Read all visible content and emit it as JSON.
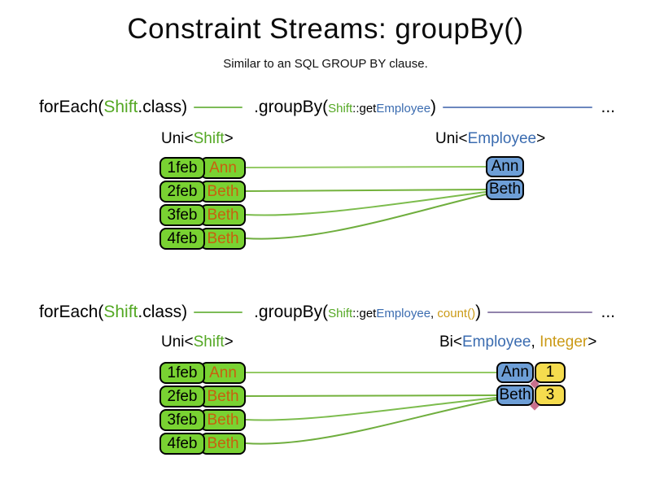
{
  "title": "Constraint Streams: groupBy()",
  "subtitle": "Similar to an SQL GROUP BY clause.",
  "colors": {
    "type_green": "#54A824",
    "type_blue": "#3B6CB0",
    "type_gold": "#CB9A17",
    "name_orange": "#C8600F",
    "box_green": "#79D232",
    "box_blue": "#6D9ED6",
    "box_yellow": "#F5DC4E",
    "line_green": "#7CB84A",
    "line_blue": "#6B87BE",
    "line_purple": "#9183AC",
    "diamond_pink": "#C9708C"
  },
  "section1": {
    "code": {
      "foreach_open": "forEach(",
      "foreach_type": "Shift",
      "foreach_close": ".class)",
      "groupby_open": ".groupBy(",
      "arg1_type": "Shift",
      "arg1_method": "::get",
      "arg1_prop": "Employee",
      "groupby_close": ")",
      "ellipsis": "..."
    },
    "left_label": {
      "prefix": "Uni<",
      "type": "Shift",
      "suffix": ">"
    },
    "right_label": {
      "prefix": "Uni<",
      "type": "Employee",
      "suffix": ">"
    },
    "rows": [
      {
        "date": "1feb",
        "name": "Ann"
      },
      {
        "date": "2feb",
        "name": "Beth"
      },
      {
        "date": "3feb",
        "name": "Beth"
      },
      {
        "date": "4feb",
        "name": "Beth"
      }
    ],
    "groups": [
      {
        "name": "Ann"
      },
      {
        "name": "Beth"
      }
    ]
  },
  "section2": {
    "code": {
      "foreach_open": "forEach(",
      "foreach_type": "Shift",
      "foreach_close": ".class)",
      "groupby_open": ".groupBy(",
      "arg1_type": "Shift",
      "arg1_method": "::get",
      "arg1_prop": "Employee",
      "arg_sep": ", ",
      "arg2": "count()",
      "groupby_close": ")",
      "ellipsis": "..."
    },
    "left_label": {
      "prefix": "Uni<",
      "type": "Shift",
      "suffix": ">"
    },
    "right_label": {
      "prefix": "Bi<",
      "type1": "Employee",
      "sep": ", ",
      "type2": "Integer",
      "suffix": ">"
    },
    "rows": [
      {
        "date": "1feb",
        "name": "Ann"
      },
      {
        "date": "2feb",
        "name": "Beth"
      },
      {
        "date": "3feb",
        "name": "Beth"
      },
      {
        "date": "4feb",
        "name": "Beth"
      }
    ],
    "groups": [
      {
        "name": "Ann",
        "count": "1"
      },
      {
        "name": "Beth",
        "count": "3"
      }
    ]
  }
}
